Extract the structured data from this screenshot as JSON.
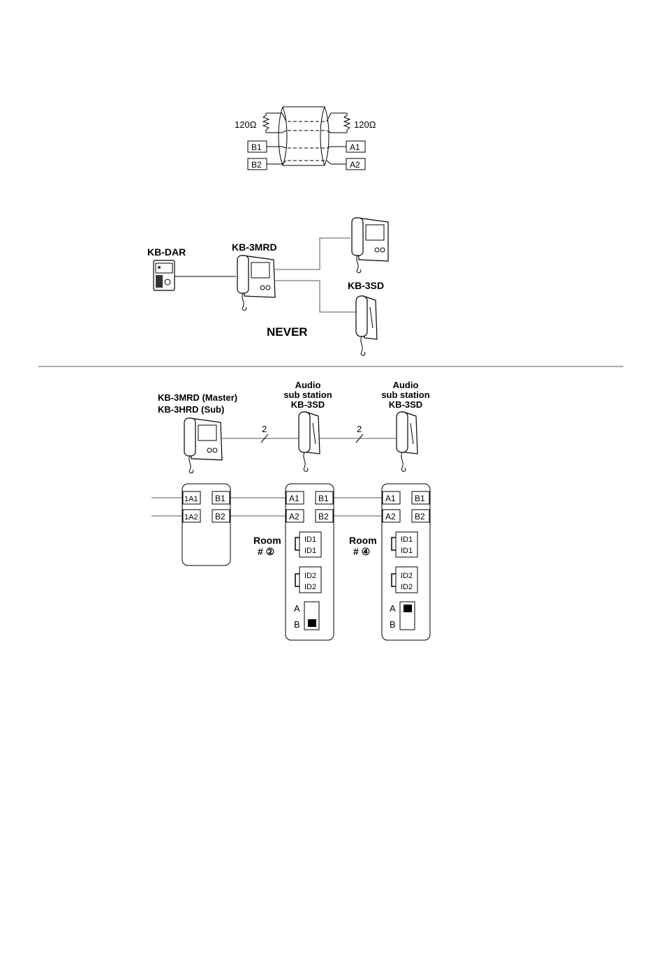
{
  "cable_diagram": {
    "resistor_left": "120Ω",
    "resistor_right": "120Ω",
    "terminal_b1": "B1",
    "terminal_b2": "B2",
    "terminal_a1": "A1",
    "terminal_a2": "A2"
  },
  "never_diagram": {
    "door_station_label": "KB-DAR",
    "master_label": "KB-3MRD",
    "sub_label": "KB-3SD",
    "warning": "NEVER"
  },
  "connection_diagram": {
    "master_label_line1": "KB-3MRD (Master)",
    "master_label_line2": "KB-3HRD (Sub)",
    "station1": {
      "line1": "Audio",
      "line2": "sub station",
      "line3": "KB-3SD"
    },
    "station2": {
      "line1": "Audio",
      "line2": "sub station",
      "line3": "KB-3SD"
    },
    "wire_count_1": "2",
    "wire_count_2": "2",
    "master_terminals": [
      "1A1",
      "1A2",
      "B1",
      "B2"
    ],
    "station1_terminals": [
      "A1",
      "B1",
      "A2",
      "B2"
    ],
    "station2_terminals": [
      "A1",
      "B1",
      "A2",
      "B2"
    ],
    "room1": {
      "word": "Room",
      "number": "# ②"
    },
    "room2": {
      "word": "Room",
      "number": "# ④"
    },
    "station1_ids": [
      "ID1",
      "ID1",
      "ID2",
      "ID2"
    ],
    "station2_ids": [
      "ID1",
      "ID1",
      "ID2",
      "ID2"
    ],
    "switch_a": "A",
    "switch_b": "B",
    "station1_switch_position": "B",
    "station2_switch_position": "A"
  }
}
